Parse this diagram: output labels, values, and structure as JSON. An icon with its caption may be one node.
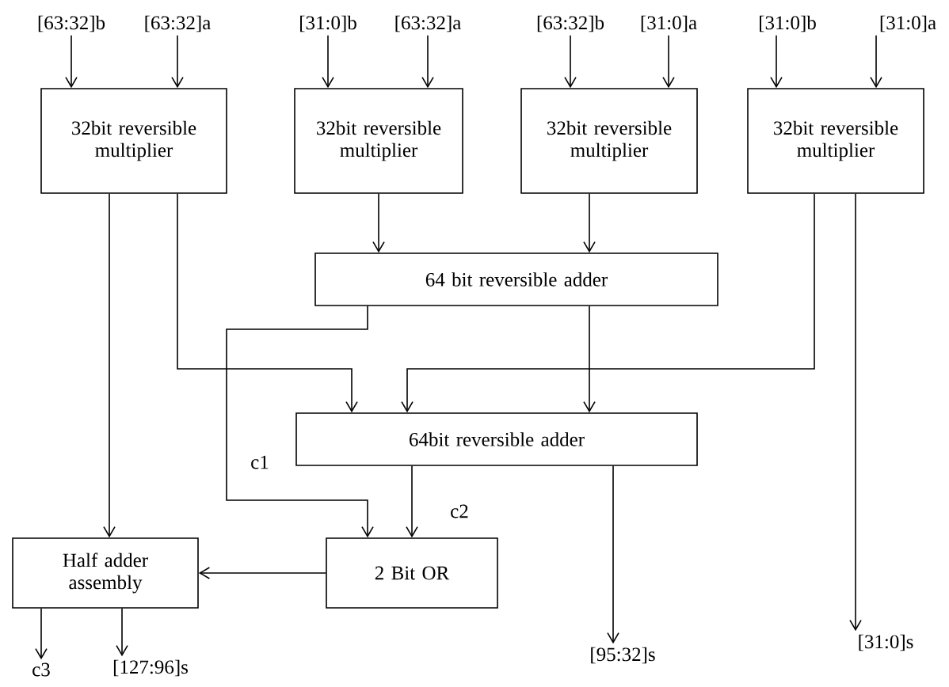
{
  "diagram": {
    "nodes": [
      {
        "text": [
          "[63:32]b"
        ]
      },
      {
        "text": [
          "[63:32]a"
        ]
      },
      {
        "text": [
          "[31:0]b"
        ]
      },
      {
        "text": [
          "[63:32]a"
        ]
      },
      {
        "text": [
          "[63:32]b"
        ]
      },
      {
        "text": [
          "[31:0]a"
        ]
      },
      {
        "text": [
          "[31:0]b"
        ]
      },
      {
        "text": [
          "[31:0]a"
        ]
      },
      {
        "text": [
          "32bit reversible multiplier"
        ]
      },
      {
        "text": [
          "32bit reversible multiplier"
        ]
      },
      {
        "text": [
          "32bit reversible multiplier"
        ]
      },
      {
        "text": [
          "32bit reversible multiplier"
        ]
      },
      {
        "text": [
          "64 bit reversible adder"
        ]
      },
      {
        "text": [
          "64bit reversible adder"
        ]
      },
      {
        "text": [
          "Half adder assembly"
        ]
      },
      {
        "text": [
          "2 Bit OR"
        ]
      },
      {
        "text": [
          "c3"
        ]
      },
      {
        "text": [
          "[127:96]s"
        ]
      },
      {
        "text": [
          "[95:32]s"
        ]
      },
      {
        "text": [
          "[31:0]s"
        ]
      }
    ],
    "edges": [
      {
        "from": 0,
        "to": 8,
        "arrow": "to"
      },
      {
        "from": 1,
        "to": 8,
        "arrow": "to"
      },
      {
        "from": 2,
        "to": 9,
        "arrow": "to"
      },
      {
        "from": 3,
        "to": 9,
        "arrow": "to"
      },
      {
        "from": 4,
        "to": 10,
        "arrow": "to"
      },
      {
        "from": 5,
        "to": 10,
        "arrow": "to"
      },
      {
        "from": 6,
        "to": 11,
        "arrow": "to"
      },
      {
        "from": 7,
        "to": 11,
        "arrow": "to"
      },
      {
        "from": 8,
        "to": 14,
        "arrow": "to"
      },
      {
        "from": 8,
        "to": 13,
        "arrow": "to"
      },
      {
        "from": 9,
        "to": 12,
        "arrow": "to"
      },
      {
        "from": 10,
        "to": 12,
        "arrow": "to"
      },
      {
        "from": 11,
        "to": 13,
        "arrow": "to"
      },
      {
        "from": 11,
        "to": 19,
        "arrow": "to"
      },
      {
        "from": 12,
        "to": 13,
        "arrow": "to"
      },
      {
        "from": 12,
        "to": 15,
        "arrow": "to",
        "label": "c1"
      },
      {
        "from": 13,
        "to": 15,
        "arrow": "to",
        "label": "c2"
      },
      {
        "from": 13,
        "to": 18,
        "arrow": "to"
      },
      {
        "from": 15,
        "to": 14,
        "arrow": "to"
      },
      {
        "from": 14,
        "to": 16,
        "arrow": "to"
      },
      {
        "from": 14,
        "to": 17,
        "arrow": "to"
      }
    ]
  }
}
